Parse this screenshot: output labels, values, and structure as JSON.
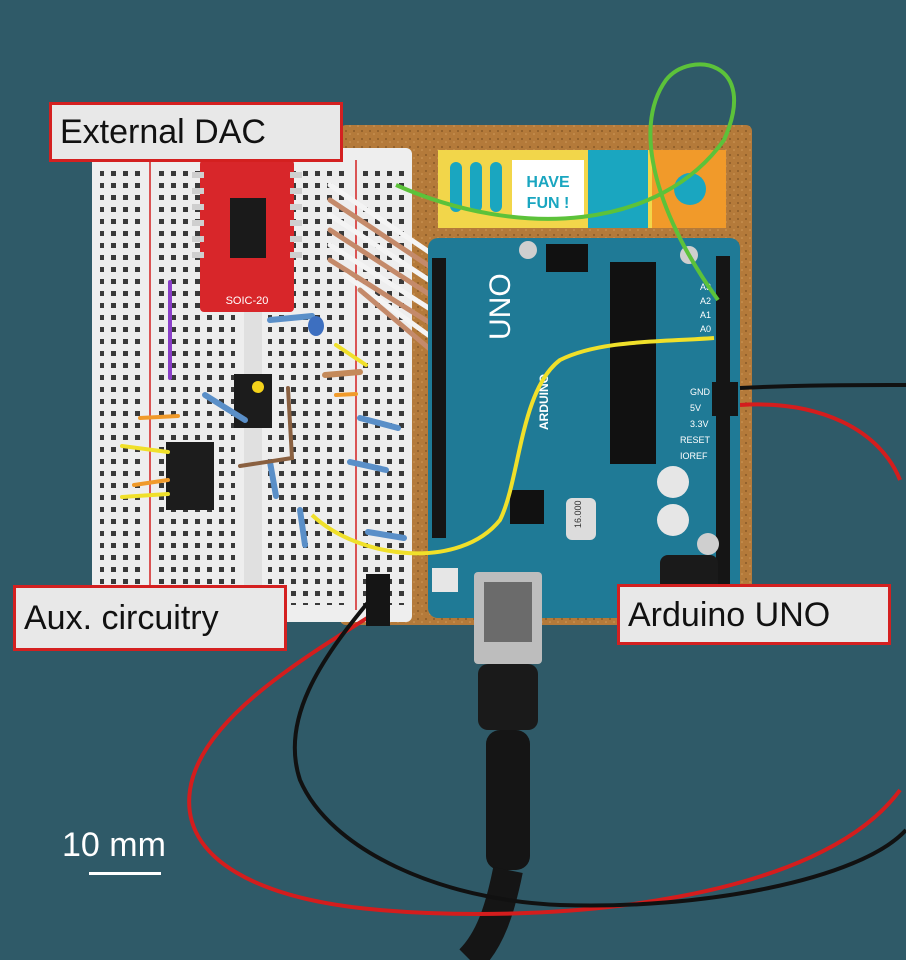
{
  "labels": {
    "external_dac": "External DAC",
    "aux_circuitry": "Aux. circuitry",
    "arduino_uno": "Arduino UNO"
  },
  "scale_bar": {
    "text": "10 mm"
  },
  "board_text": {
    "have_fun": [
      "HAVE",
      "FUN !"
    ],
    "uno": "UNO",
    "arduino": "ARDUINO",
    "soic": "SOIC-20",
    "analog_pins": [
      "A3",
      "A2",
      "A1",
      "A0"
    ],
    "power_pins": [
      "GND",
      "5V",
      "3.3V",
      "RESET",
      "IOREF"
    ],
    "crystal": "16.000"
  },
  "colors": {
    "background": "#2f5a68",
    "callout_border": "#d42020",
    "callout_fill": "#e8e8e8",
    "arduino_board": "#1f7a96",
    "breakout_board": "#d8262a",
    "mount_board": "#b47a3a",
    "wire_green": "#5cc23a",
    "wire_yellow": "#f0e02a",
    "wire_red": "#d41d1d",
    "wire_black": "#111111"
  }
}
